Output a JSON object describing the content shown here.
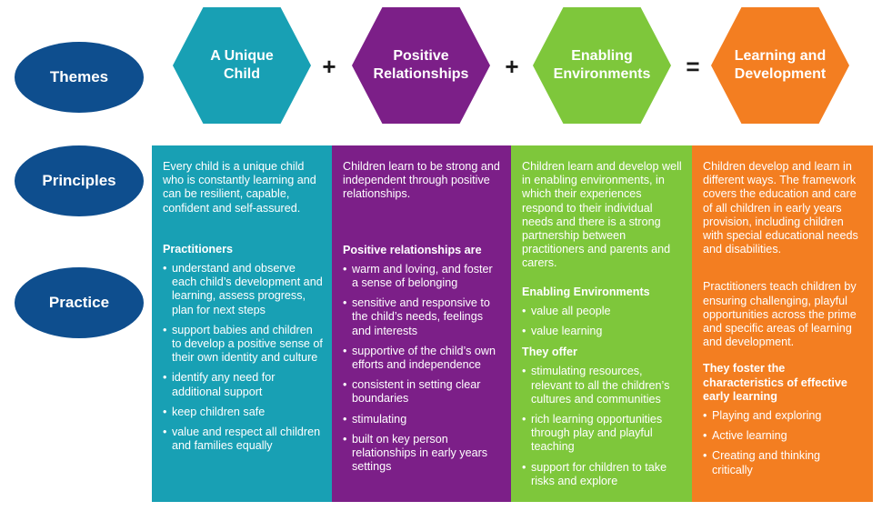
{
  "rows": {
    "themes": "Themes",
    "principles": "Principles",
    "practice": "Practice"
  },
  "themes": [
    {
      "label": "A Unique Child",
      "color": "#18a0b4"
    },
    {
      "label": "Positive Relationships",
      "color": "#7c1f88"
    },
    {
      "label": "Enabling Environments",
      "color": "#7ec73b"
    },
    {
      "label": "Learning and Development",
      "color": "#f37e21"
    }
  ],
  "operators": [
    "+",
    "+",
    "="
  ],
  "columns": {
    "unique_child": {
      "principle": "Every child is a unique child who is constantly learning and can be resilient, capable, confident and self-assured.",
      "heading": "Practitioners",
      "items": [
        "understand and observe each child’s development and learning, assess progress, plan for next steps",
        "support babies and children to develop a positive sense of their own identity and culture",
        "identify any need for additional support",
        "keep children safe",
        "value and respect all children and families equally"
      ]
    },
    "positive_relationships": {
      "principle": "Children learn to be strong and independent through positive relationships.",
      "heading": "Positive relationships are",
      "items": [
        "warm and loving, and foster a sense of belonging",
        "sensitive and responsive to the child’s needs, feelings and interests",
        "supportive of the child’s own efforts and independence",
        "consistent in setting clear boundaries",
        "stimulating",
        "built on key person relationships in early years settings"
      ]
    },
    "enabling_environments": {
      "principle": "Children learn and develop well in enabling environments, in which their experiences respond to their individual needs and there is a strong partnership between practitioners and parents and carers.",
      "heading1": "Enabling Environments",
      "items1": [
        "value all people",
        "value learning"
      ],
      "heading2": "They offer",
      "items2": [
        "stimulating resources, relevant to all the children’s cultures and communities",
        "rich learning opportunities through play and playful teaching",
        "support for children to take risks and explore"
      ]
    },
    "learning_development": {
      "principle": "Children develop and learn in different ways. The framework covers the education and care of all children in early years provision, including children with special educational needs and disabilities.",
      "practice": "Practitioners teach children by ensuring challenging, playful opportunities across the prime and specific areas of learning and development.",
      "heading": "They foster the characteristics of effective early learning",
      "items": [
        "Playing and exploring",
        "Active learning",
        "Creating and thinking critically"
      ]
    }
  }
}
